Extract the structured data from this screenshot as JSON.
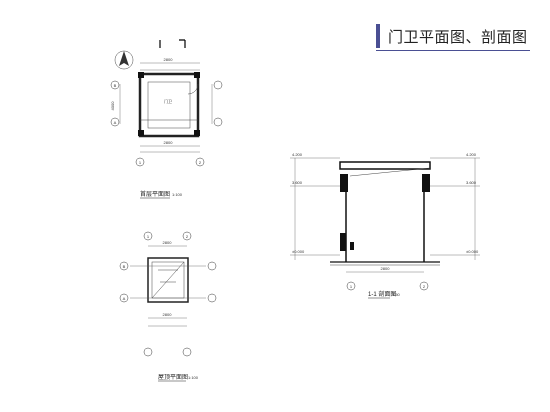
{
  "header": {
    "title": "门卫平面图、剖面图",
    "accent": "#4a4f93"
  },
  "drawings": {
    "ground_plan": {
      "caption": "首层平面图",
      "scale": "1:100",
      "room_label": "门卫",
      "grid_left": "A",
      "grid_right": "B",
      "grid_top_left": "1",
      "grid_top_right": "2",
      "dim_total": "2800",
      "dim_half": "4000"
    },
    "roof_plan": {
      "caption": "屋顶平面图",
      "scale": "1:100",
      "grid_left": "A",
      "grid_right": "B",
      "grid_top_left": "1",
      "grid_top_right": "2",
      "dim_total": "2800"
    },
    "section": {
      "caption": "1-1 剖面图",
      "scale": "1:50",
      "grid_left": "1",
      "grid_right": "2",
      "dim_total": "2800",
      "elev_top": "4.200",
      "elev_roof": "3.600",
      "elev_ground": "±0.000"
    }
  }
}
